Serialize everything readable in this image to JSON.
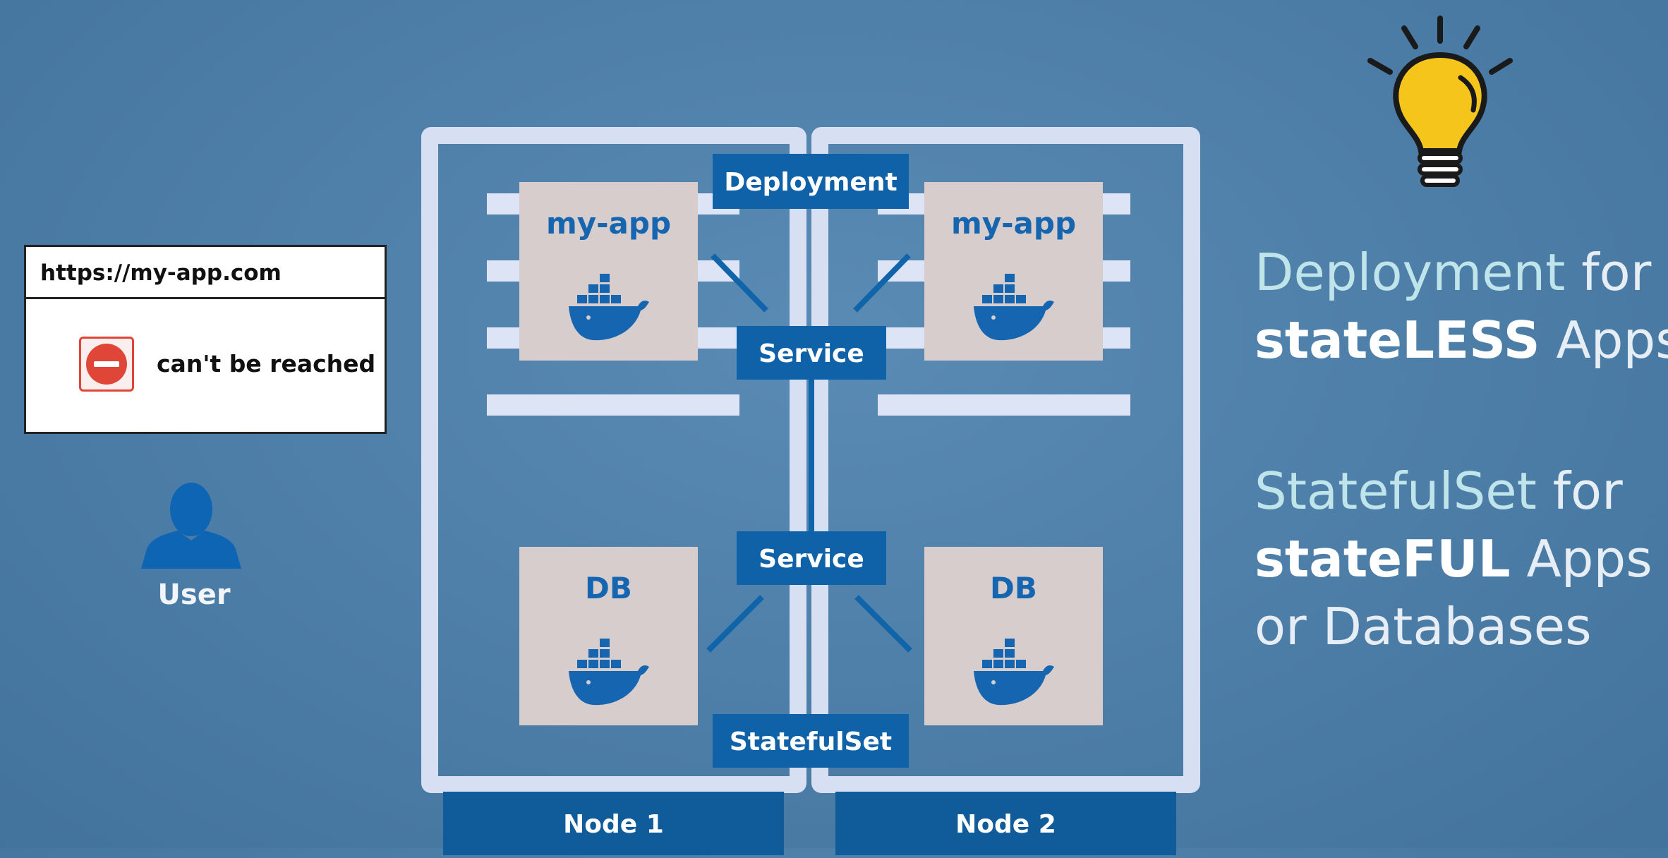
{
  "browser": {
    "url": "https://my-app.com",
    "message": "can't be reached",
    "icon": "no-entry-icon"
  },
  "user": {
    "label": "User",
    "icon": "person-icon"
  },
  "nodes": [
    {
      "label": "Node 1"
    },
    {
      "label": "Node 2"
    }
  ],
  "pods": {
    "app_label": "my-app",
    "db_label": "DB",
    "icon": "docker-whale-icon"
  },
  "resources": {
    "deployment": "Deployment",
    "service_top": "Service",
    "service_bottom": "Service",
    "statefulset": "StatefulSet"
  },
  "right_text": {
    "line1_a": "Deployment",
    "line1_b": " for",
    "line2_a": "stateLESS",
    "line2_b": " Apps",
    "line3_a": "StatefulSet",
    "line3_b": " for",
    "line4_a": "stateFUL",
    "line4_b": " Apps",
    "line5": "or Databases"
  },
  "colors": {
    "background": "#4f80aa",
    "node_frame": "#dde4f5",
    "resource_label": "#1062a8",
    "pod": "#d6cdcc",
    "docker_blue": "#1565b0",
    "bulb_yellow": "#f6c51c"
  }
}
